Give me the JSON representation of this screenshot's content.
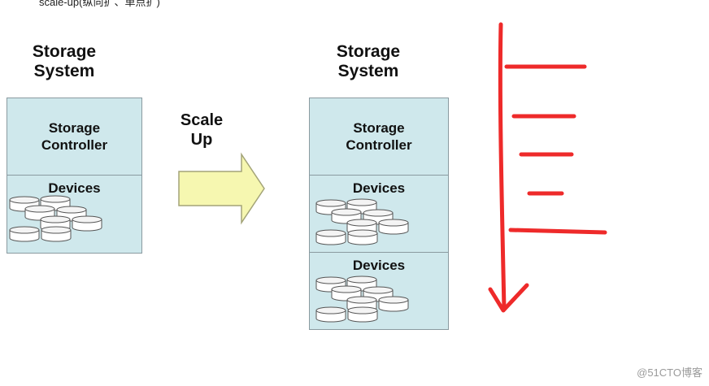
{
  "caption": "scale-up(纵向扩、单点扩)",
  "left_system": {
    "title_line1": "Storage",
    "title_line2": "System",
    "controller_line1": "Storage",
    "controller_line2": "Controller",
    "device_groups": [
      {
        "label": "Devices"
      }
    ]
  },
  "arrow": {
    "line1": "Scale",
    "line2": "Up"
  },
  "right_system": {
    "title_line1": "Storage",
    "title_line2": "System",
    "controller_line1": "Storage",
    "controller_line2": "Controller",
    "device_groups": [
      {
        "label": "Devices"
      },
      {
        "label": "Devices"
      }
    ]
  },
  "watermark": "@51CTO博客",
  "colors": {
    "box_fill": "#cfe8ec",
    "arrow_fill": "#f6f7b0",
    "annotation": "#ee2a2a"
  }
}
